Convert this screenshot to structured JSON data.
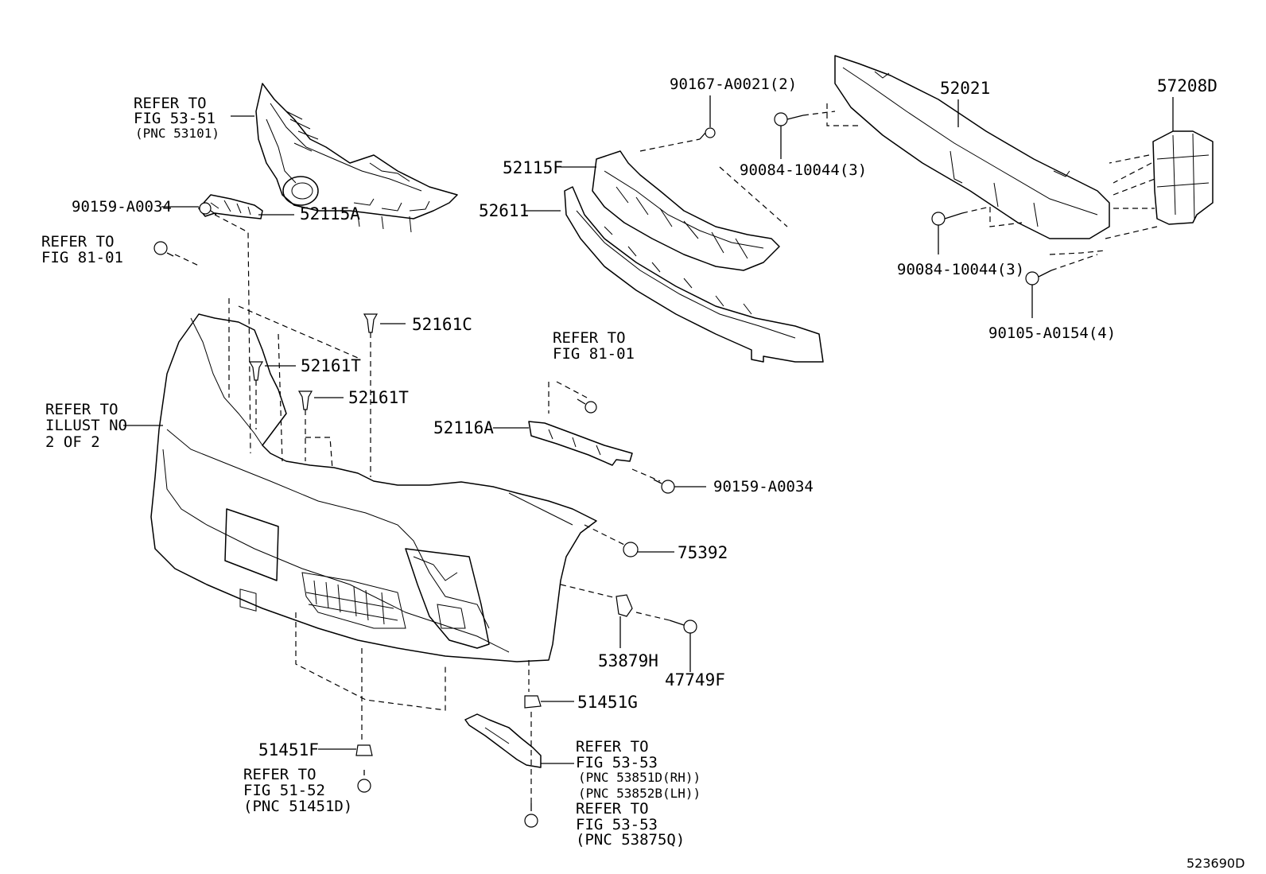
{
  "diagram_id": "523690D",
  "callouts": {
    "c_90167": "90167-A0021(2)",
    "c_52021": "52021",
    "c_57208D": "57208D",
    "c_52115F": "52115F",
    "c_52611": "52611",
    "c_90084a": "90084-10044(3)",
    "c_90084b": "90084-10044(3)",
    "c_90105": "90105-A0154(4)",
    "c_90159a": "90159-A0034",
    "c_52115A": "52115A",
    "c_52161C": "52161C",
    "c_52161T1": "52161T",
    "c_52161T2": "52161T",
    "c_52116A": "52116A",
    "c_90159b": "90159-A0034",
    "c_75392": "75392",
    "c_53879H": "53879H",
    "c_47749F": "47749F",
    "c_51451G": "51451G",
    "c_51451F": "51451F"
  },
  "notes": {
    "grille": [
      "REFER TO",
      "FIG 53-51",
      "(PNC 53101)"
    ],
    "fig81a": [
      "REFER TO",
      "FIG 81-01"
    ],
    "illust": [
      "REFER TO",
      "ILLUST NO",
      "2 OF 2"
    ],
    "fig81b": [
      "REFER TO",
      "FIG 81-01"
    ],
    "fig5353a": [
      "REFER TO",
      "FIG 53-53",
      "(PNC 53851D(RH))",
      "(PNC 53852B(LH))"
    ],
    "fig5152": [
      "REFER TO",
      "FIG 51-52",
      "(PNC 51451D)"
    ],
    "fig5353b": [
      "REFER TO",
      "FIG 53-53",
      "(PNC 53875Q)"
    ]
  }
}
